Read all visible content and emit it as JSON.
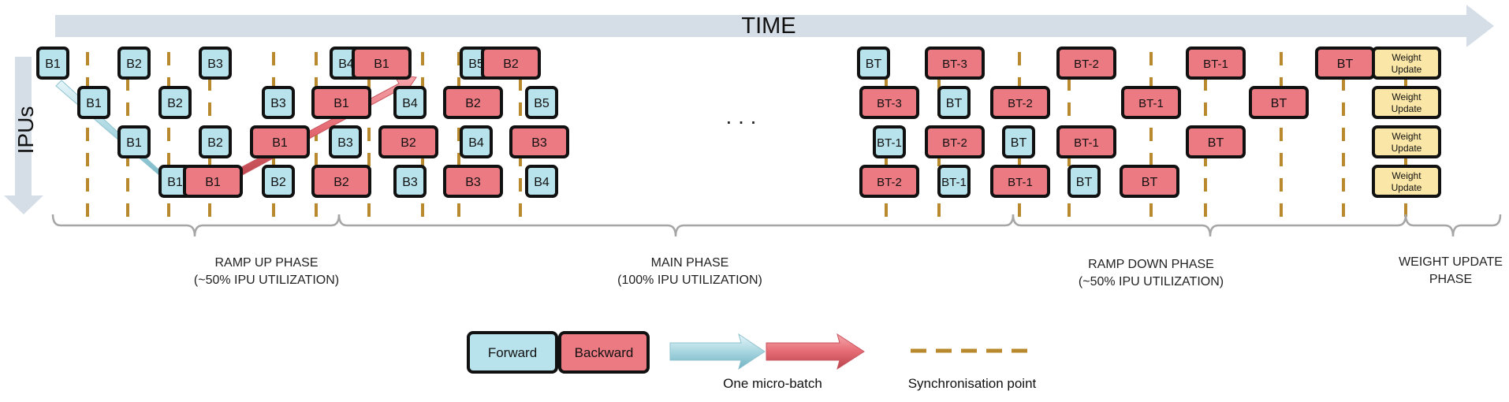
{
  "header": {
    "time_label": "TIME",
    "ipu_label": "IPUs"
  },
  "colors": {
    "forward_fill": "#b9e3ec",
    "backward_fill": "#ec7a82",
    "weight_fill": "#fae6a6",
    "sync_line": "#b8892d",
    "axis_arrow": "#d5dde6",
    "bracket": "#a6a6a6"
  },
  "ellipsis": ". . .",
  "rows": {
    "row1": [
      {
        "kind": "fwd",
        "label": "B1"
      },
      {
        "kind": "fwd",
        "label": "B2"
      },
      {
        "kind": "fwd",
        "label": "B3"
      },
      {
        "kind": "fwd",
        "label": "B4"
      },
      {
        "kind": "bwd",
        "label": "B1"
      },
      {
        "kind": "fwd",
        "label": "B5"
      },
      {
        "kind": "bwd",
        "label": "B2"
      },
      {
        "kind": "fwd",
        "label": "BT"
      },
      {
        "kind": "bwd",
        "label": "BT-3"
      },
      {
        "kind": "bwd",
        "label": "BT-2"
      },
      {
        "kind": "bwd",
        "label": "BT-1"
      },
      {
        "kind": "bwd",
        "label": "BT"
      },
      {
        "kind": "wu",
        "label": "Weight Update"
      }
    ],
    "row2": [
      {
        "kind": "fwd",
        "label": "B1"
      },
      {
        "kind": "fwd",
        "label": "B2"
      },
      {
        "kind": "fwd",
        "label": "B3"
      },
      {
        "kind": "bwd",
        "label": "B1"
      },
      {
        "kind": "fwd",
        "label": "B4"
      },
      {
        "kind": "bwd",
        "label": "B2"
      },
      {
        "kind": "fwd",
        "label": "B5"
      },
      {
        "kind": "bwd",
        "label": "BT-3"
      },
      {
        "kind": "fwd",
        "label": "BT"
      },
      {
        "kind": "bwd",
        "label": "BT-2"
      },
      {
        "kind": "bwd",
        "label": "BT-1"
      },
      {
        "kind": "bwd",
        "label": "BT"
      },
      {
        "kind": "wu",
        "label": "Weight Update"
      }
    ],
    "row3": [
      {
        "kind": "fwd",
        "label": "B1"
      },
      {
        "kind": "fwd",
        "label": "B2"
      },
      {
        "kind": "bwd",
        "label": "B1"
      },
      {
        "kind": "fwd",
        "label": "B3"
      },
      {
        "kind": "bwd",
        "label": "B2"
      },
      {
        "kind": "fwd",
        "label": "B4"
      },
      {
        "kind": "bwd",
        "label": "B3"
      },
      {
        "kind": "fwd",
        "label": "BT-1"
      },
      {
        "kind": "bwd",
        "label": "BT-2"
      },
      {
        "kind": "fwd",
        "label": "BT"
      },
      {
        "kind": "bwd",
        "label": "BT-1"
      },
      {
        "kind": "bwd",
        "label": "BT"
      },
      {
        "kind": "wu",
        "label": "Weight Update"
      }
    ],
    "row4": [
      {
        "kind": "fwd",
        "label": "B1"
      },
      {
        "kind": "bwd",
        "label": "B1"
      },
      {
        "kind": "fwd",
        "label": "B2"
      },
      {
        "kind": "bwd",
        "label": "B2"
      },
      {
        "kind": "fwd",
        "label": "B3"
      },
      {
        "kind": "bwd",
        "label": "B3"
      },
      {
        "kind": "fwd",
        "label": "B4"
      },
      {
        "kind": "bwd",
        "label": "BT-2"
      },
      {
        "kind": "fwd",
        "label": "BT-1"
      },
      {
        "kind": "bwd",
        "label": "BT-1"
      },
      {
        "kind": "fwd",
        "label": "BT"
      },
      {
        "kind": "bwd",
        "label": "BT"
      },
      {
        "kind": "wu",
        "label": "Weight Update"
      }
    ]
  },
  "phases": [
    {
      "name": "RAMP UP PHASE",
      "detail": "(~50% IPU UTILIZATION)"
    },
    {
      "name": "MAIN PHASE",
      "detail": "(100% IPU UTILIZATION)"
    },
    {
      "name": "RAMP DOWN PHASE",
      "detail": "(~50% IPU UTILIZATION)"
    },
    {
      "name": "WEIGHT UPDATE",
      "detail": "PHASE"
    }
  ],
  "legend": {
    "forward": "Forward",
    "backward": "Backward",
    "micro_batch": "One micro-batch",
    "sync": "Synchronisation point"
  }
}
